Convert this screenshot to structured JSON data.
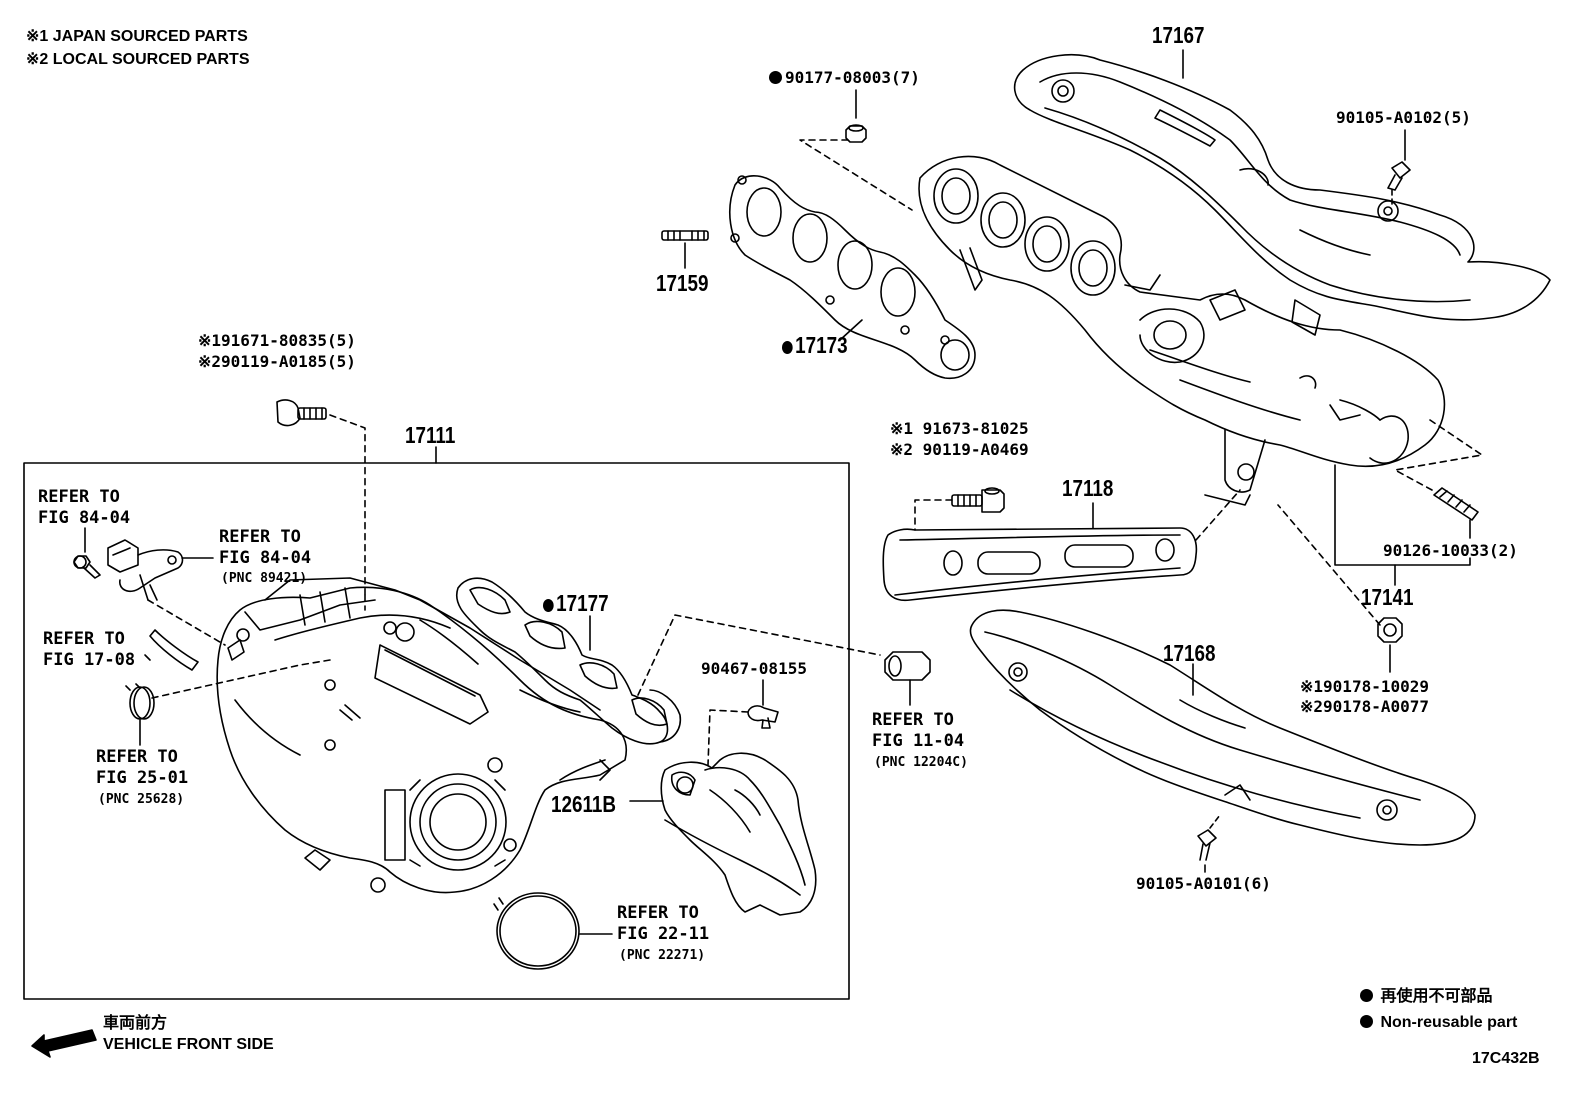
{
  "notes": {
    "note1": "※1 JAPAN SOURCED PARTS",
    "note2": "※2 LOCAL SOURCED PARTS"
  },
  "parts": {
    "p17167": "17167",
    "p90177": "90177-08003(7)",
    "p90105_a0102": "90105-A0102(5)",
    "p17159": "17159",
    "p17173": "17173",
    "p191671": "※191671-80835(5)",
    "p290119": "※290119-A0185(5)",
    "p17111": "17111",
    "p191673": "※1 91673-81025",
    "p290119b": "※2 90119-A0469",
    "p17118": "17118",
    "p90126": "90126-10033(2)",
    "p17141": "17141",
    "p17177": "17177",
    "p90467": "90467-08155",
    "p12611b": "12611B",
    "p17168": "17168",
    "p190178": "※190178-10029",
    "p290178": "※290178-A0077",
    "p90105_a0101": "90105-A0101(6)"
  },
  "refs": {
    "r1a": "REFER TO",
    "r1b": "FIG 84-04",
    "r2a": "REFER TO",
    "r2b": "FIG 84-04",
    "r2c": "(PNC 89421)",
    "r3a": "REFER TO",
    "r3b": "FIG 17-08",
    "r4a": "REFER TO",
    "r4b": "FIG 25-01",
    "r4c": "(PNC 25628)",
    "r5a": "REFER TO",
    "r5b": "FIG 11-04",
    "r5c": "(PNC 12204C)",
    "r6a": "REFER TO",
    "r6b": "FIG 22-11",
    "r6c": "(PNC 22271)"
  },
  "legend": {
    "jp": "再使用不可部品",
    "en": "Non-reusable part"
  },
  "front": {
    "jp": "車両前方",
    "en": "VEHICLE FRONT SIDE"
  },
  "diagram_code": "17C432B"
}
